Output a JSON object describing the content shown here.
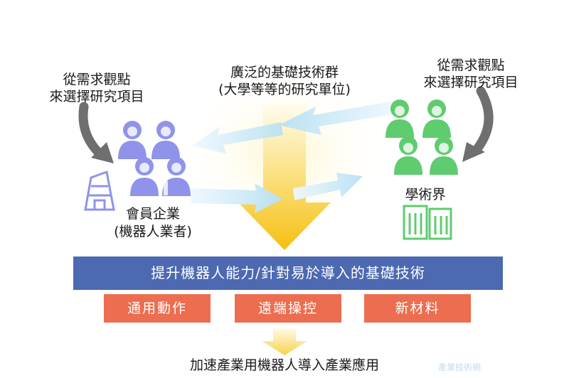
{
  "left_caption": {
    "line1": "從需求觀點",
    "line2": "來選擇研究項目"
  },
  "right_caption": {
    "line1": "從需求觀點",
    "line2": "來選擇研究項目"
  },
  "center_caption": {
    "line1": "廣泛的基礎技術群",
    "line2": "(大學等等的研究單位)"
  },
  "member_label": {
    "line1": "會員企業",
    "line2": "(機器人業者)"
  },
  "academia_label": "學術界",
  "main_band": "提升機器人能力/針對易於導入的基礎技術",
  "topics": [
    "通用動作",
    "遠端操控",
    "新材料"
  ],
  "bottom_caption": "加速產業用機器人導入產業應用",
  "watermark": "產業技術網",
  "colors": {
    "band": "#4c69b1",
    "topic": "#ec6d4f",
    "member_figures": "#8f93ea",
    "academia_figures": "#5fcc6f",
    "center_arrow": "#f7c418",
    "side_arrows": "#bfe3f5"
  }
}
